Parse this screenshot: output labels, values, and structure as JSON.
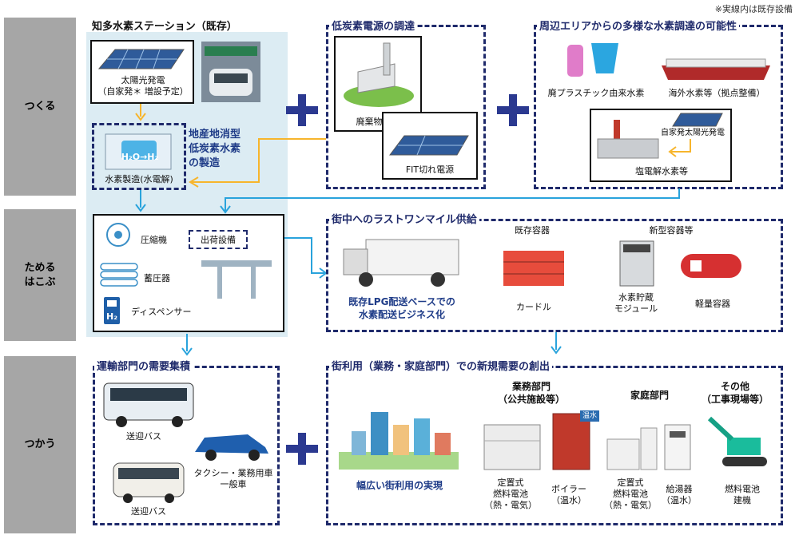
{
  "note": "※実線内は既存設備",
  "rows": {
    "make": "つくる",
    "store": "ためる\nはこぶ",
    "use": "つかう"
  },
  "chita": {
    "title": "知多水素ステーション（既存）",
    "solar": "太陽光発電\n（自家発＊ 増設予定）",
    "production_local": "地産地消型\n低炭素水素\nの製造",
    "electrolysis": "水素製造(水電解)",
    "h2o": "H₂O→H₂",
    "compressor": "圧縮機",
    "shipping": "出荷設備",
    "accumulator": "蓄圧器",
    "dispenser": "ディスペンサー",
    "h2": "H₂"
  },
  "lowcarbon": {
    "title": "低炭素電源の調達",
    "waste_power": "廃棄物発電",
    "fit": "FIT切れ電源"
  },
  "surrounding": {
    "title": "周辺エリアからの多様な水素調達の可能性",
    "plastic": "廃プラスチック由来水素",
    "overseas": "海外水素等（拠点整備）",
    "own_solar": "自家発太陽光発電",
    "chlor": "塩電解水素等"
  },
  "lastmile": {
    "title": "街中へのラストワンマイル供給",
    "lpg": "既存LPG配送ベースでの\n水素配送ビジネス化",
    "existing_container": "既存容器",
    "new_container": "新型容器等",
    "curdle": "カードル",
    "module": "水素貯蔵\nモジュール",
    "light": "軽量容器"
  },
  "transport": {
    "title": "運輸部門の需要集積",
    "bus1": "送迎バス",
    "taxi": "タクシー・業務用車\n一般車",
    "bus2": "送迎バス"
  },
  "city": {
    "title": "街利用（業務・家庭部門）での新規需要の創出",
    "wide": "幅広い街利用の実現",
    "business": "業務部門\n（公共施設等）",
    "home": "家庭部門",
    "other": "その他\n（工事現場等）",
    "fc1": "定置式\n燃料電池\n（熱・電気）",
    "boiler": "ボイラー\n（温水）",
    "fc2": "定置式\n燃料電池\n（熱・電気）",
    "water_heater": "給湯器\n（温水）",
    "fc_machine": "燃料電池\n建機",
    "warm_badge": "温水"
  },
  "colors": {
    "navy": "#1f2a6b",
    "arrow_blue": "#29a3dc",
    "arrow_orange": "#f7b52c",
    "panel_bg": "#dcecf3",
    "row_gray": "#a6a6a6"
  }
}
